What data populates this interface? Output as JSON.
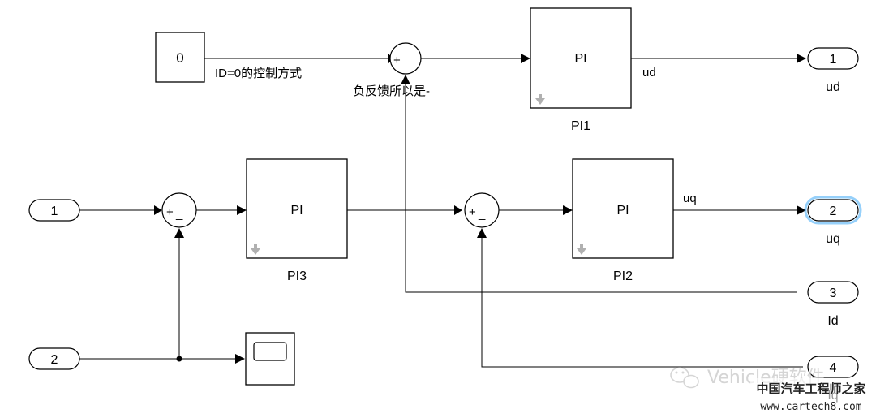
{
  "constant_block": {
    "value": "0"
  },
  "annotations": {
    "id_zero_control": "ID=0的控制方式",
    "negative_feedback": "负反馈所以是-"
  },
  "sum_blocks": {
    "sum1": {
      "plus": "+",
      "minus": "_"
    },
    "sum2": {
      "plus": "+",
      "minus": "_"
    },
    "sum3": {
      "plus": "+",
      "minus": "_"
    }
  },
  "pi_blocks": {
    "pi1": {
      "inner_label": "PI",
      "name": "PI1"
    },
    "pi2": {
      "inner_label": "PI",
      "name": "PI2"
    },
    "pi3": {
      "inner_label": "PI",
      "name": "PI3"
    }
  },
  "signal_labels": {
    "ud": "ud",
    "uq": "uq"
  },
  "inports": [
    {
      "number": "1"
    },
    {
      "number": "2"
    }
  ],
  "outports": [
    {
      "number": "1",
      "name": "ud"
    },
    {
      "number": "2",
      "name": "uq"
    },
    {
      "number": "3",
      "name": "Id"
    },
    {
      "number": "4",
      "name": "Iq"
    }
  ],
  "watermark": {
    "wechat": "Vehicle硬软件",
    "site_cn": "中国汽车工程师之家",
    "site_url": "www.cartech8.com"
  },
  "colors": {
    "selected_port": "#3fa9f5",
    "down_arrow_icon": "#b0b0b0"
  }
}
